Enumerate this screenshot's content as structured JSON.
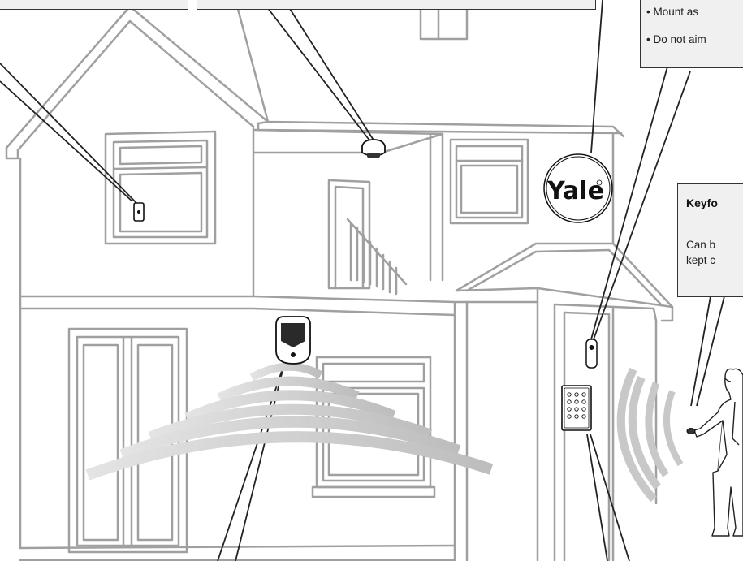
{
  "callouts": {
    "placement": {
      "bullet_1": "• Mount as",
      "bullet_2": "• Do not aim"
    },
    "keyfob": {
      "title": "Keyfo",
      "line_1": "Can b",
      "line_2": "kept c"
    }
  },
  "siren": {
    "brand": "Yale"
  },
  "icons": [
    "door-contact-icon",
    "ceiling-detector-icon",
    "siren-icon",
    "pir-motion-sensor-icon",
    "keypad-icon",
    "door-contact-icon",
    "keyfob-icon",
    "person-figure-icon",
    "signal-wave-icon"
  ],
  "colors": {
    "outline": "#9a9a9a",
    "callout_bg": "#f0f0f0",
    "callout_border": "#333333",
    "wave": "#c9c9c9",
    "text": "#222222"
  }
}
